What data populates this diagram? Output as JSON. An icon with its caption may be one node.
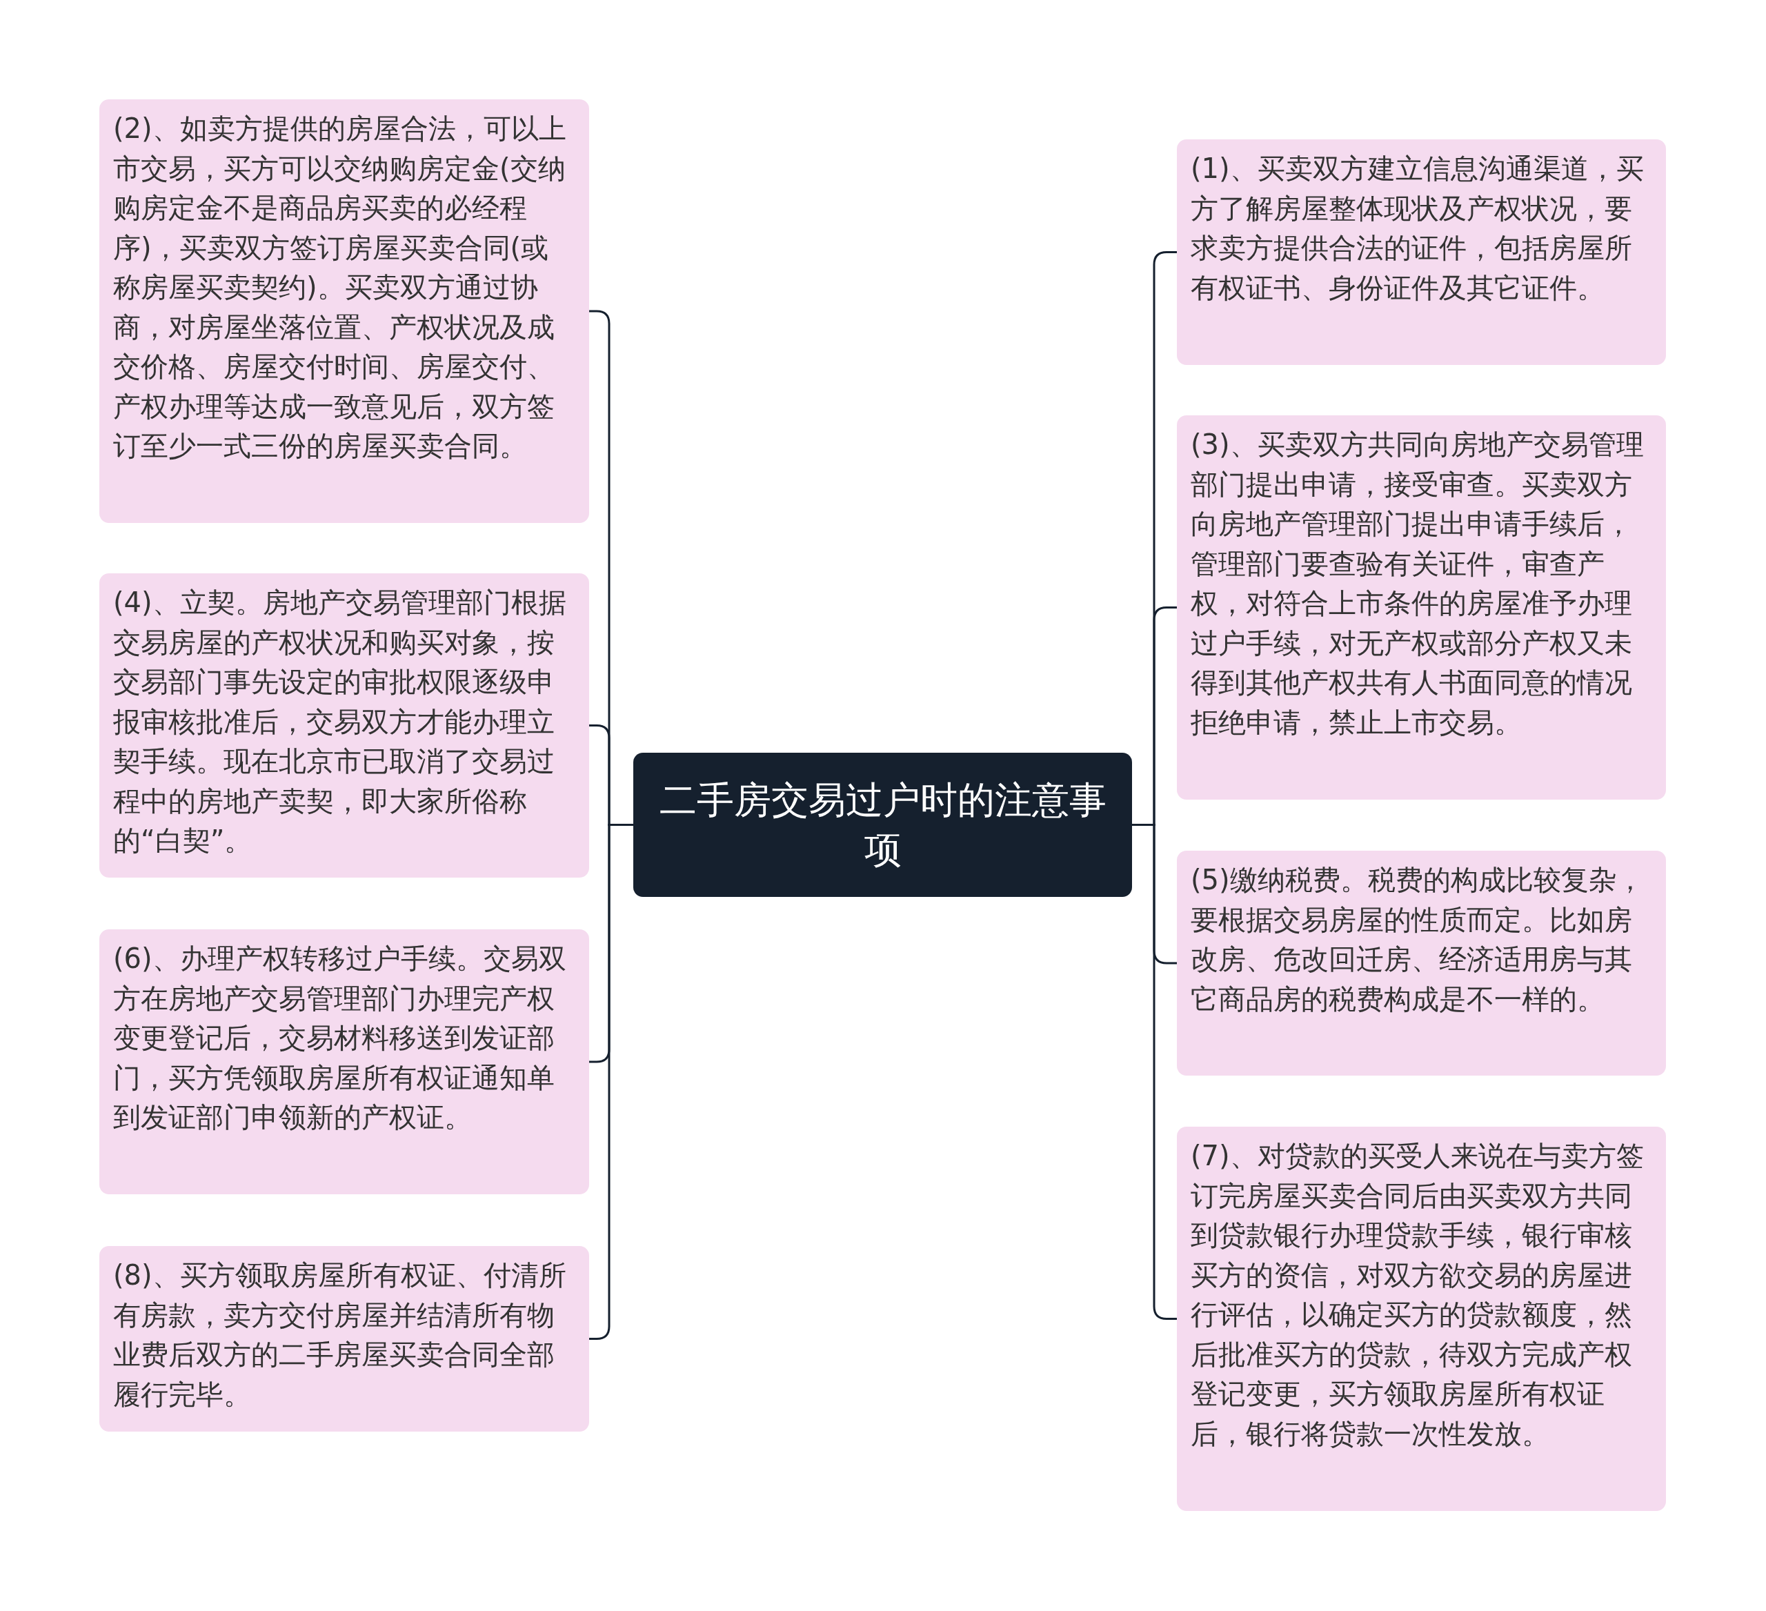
{
  "diagram": {
    "nodes": [
      {
        "text": [
          "二手房交易过户时的注意事项"
        ]
      },
      {
        "text": [
          "(2)、如卖方提供的房屋合法，可以上市交易，买方可以交纳购房定金(交纳购房定金不是商品房买卖的必经程序)，买卖双方签订房屋买卖合同(或称房屋买卖契约)。买卖双方通过协商，对房屋坐落位置、产权状况及成交价格、房屋交付时间、房屋交付、产权办理等达成一致意见后，双方签订至少一式三份的房屋买卖合同。"
        ]
      },
      {
        "text": [
          "(4)、立契。房地产交易管理部门根据交易房屋的产权状况和购买对象，按交易部门事先设定的审批权限逐级申报审核批准后，交易双方才能办理立契手续。现在北京市已取消了交易过程中的房地产卖契，即大家所俗称的“白契”。"
        ]
      },
      {
        "text": [
          "(6)、办理产权转移过户手续。交易双方在房地产交易管理部门办理完产权变更登记后，交易材料移送到发证部门，买方凭领取房屋所有权证通知单到发证部门申领新的产权证。"
        ]
      },
      {
        "text": [
          "(8)、买方领取房屋所有权证、付清所有房款，卖方交付房屋并结清所有物业费后双方的二手房屋买卖合同全部履行完毕。"
        ]
      },
      {
        "text": [
          "(1)、买卖双方建立信息沟通渠道，买方了解房屋整体现状及产权状况，要求卖方提供合法的证件，包括房屋所有权证书、身份证件及其它证件。"
        ]
      },
      {
        "text": [
          "(3)、买卖双方共同向房地产交易管理部门提出申请，接受审查。买卖双方向房地产管理部门提出申请手续后，管理部门要查验有关证件，审查产权，对符合上市条件的房屋准予办理过户手续，对无产权或部分产权又未得到其他产权共有人书面同意的情况拒绝申请，禁止上市交易。"
        ]
      },
      {
        "text": [
          "(5)缴纳税费。税费的构成比较复杂，要根据交易房屋的性质而定。比如房改房、危改回迁房、经济适用房与其它商品房的税费构成是不一样的。"
        ]
      },
      {
        "text": [
          "(7)、对贷款的买受人来说在与卖方签订完房屋买卖合同后由买卖双方共同到贷款银行办理贷款手续，银行审核买方的资信，对双方欲交易的房屋进行评估，以确定买方的贷款额度，然后批准买方的贷款，待双方完成产权登记变更，买方领取房屋所有权证后，银行将贷款一次性发放。"
        ]
      }
    ],
    "edges": [
      {
        "from": 0,
        "to": 1,
        "arrow": "none"
      },
      {
        "from": 0,
        "to": 2,
        "arrow": "none"
      },
      {
        "from": 0,
        "to": 3,
        "arrow": "none"
      },
      {
        "from": 0,
        "to": 4,
        "arrow": "none"
      },
      {
        "from": 0,
        "to": 5,
        "arrow": "none"
      },
      {
        "from": 0,
        "to": 6,
        "arrow": "none"
      },
      {
        "from": 0,
        "to": 7,
        "arrow": "none"
      },
      {
        "from": 0,
        "to": 8,
        "arrow": "none"
      }
    ]
  }
}
